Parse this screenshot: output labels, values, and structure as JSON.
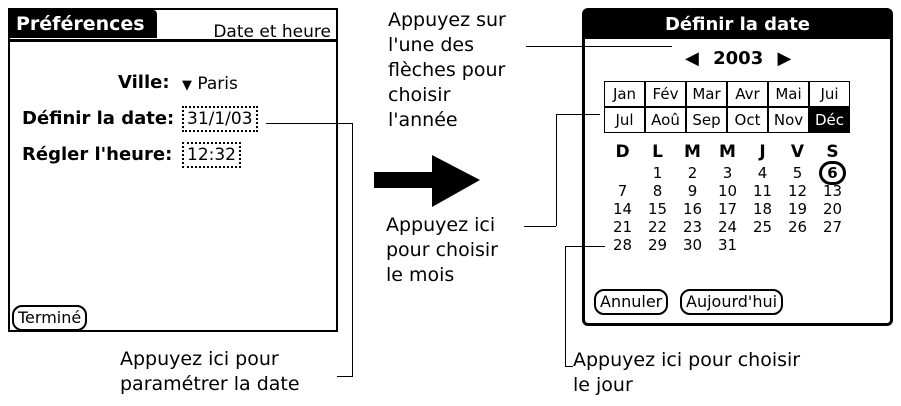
{
  "left_screen": {
    "tab_title": "Préférences",
    "right_title": "Date et heure",
    "ville_label": "Ville:",
    "ville_value": "Paris",
    "date_label": "Définir la date:",
    "date_value": "31/1/03",
    "heure_label": "Régler l'heure:",
    "heure_value": "12:32",
    "done_button": "Terminé"
  },
  "right_screen": {
    "title": "Définir la date",
    "year": "2003",
    "months_row1": [
      "Jan",
      "Fév",
      "Mar",
      "Avr",
      "Mai",
      "Jui"
    ],
    "months_row2": [
      "Jul",
      "Aoû",
      "Sep",
      "Oct",
      "Nov",
      "Déc"
    ],
    "weekdays": [
      "D",
      "L",
      "M",
      "M",
      "J",
      "V",
      "S"
    ],
    "weeks": [
      [
        "",
        "1",
        "2",
        "3",
        "4",
        "5",
        "6"
      ],
      [
        "7",
        "8",
        "9",
        "10",
        "11",
        "12",
        "13"
      ],
      [
        "14",
        "15",
        "16",
        "17",
        "18",
        "19",
        "20"
      ],
      [
        "21",
        "22",
        "23",
        "24",
        "25",
        "26",
        "27"
      ],
      [
        "28",
        "29",
        "30",
        "31",
        "",
        "",
        ""
      ]
    ],
    "cancel_button": "Annuler",
    "today_button": "Aujourd'hui"
  },
  "callouts": {
    "year_line1": "Appuyez sur",
    "year_line2": "l'une des",
    "year_line3": "flèches pour",
    "year_line4": "choisir",
    "year_line5": "l'année",
    "month_line1": "Appuyez ici",
    "month_line2": "pour choisir",
    "month_line3": "le mois",
    "date_line1": "Appuyez ici pour",
    "date_line2": "paramétrer la date",
    "day_line1": "Appuyez ici pour choisir",
    "day_line2": "le jour"
  },
  "icons": {
    "dropdown": "triangle-down-icon",
    "year_prev": "triangle-left-icon",
    "year_next": "triangle-right-icon",
    "arrow": "big-right-arrow-icon"
  }
}
